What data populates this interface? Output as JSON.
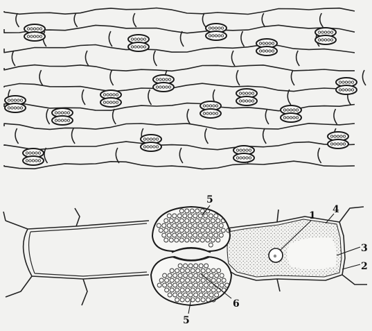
{
  "callouts": [
    {
      "id": "1",
      "text": "1"
    },
    {
      "id": "2",
      "text": "2"
    },
    {
      "id": "3",
      "text": "3"
    },
    {
      "id": "4",
      "text": "4"
    },
    {
      "id": "5a",
      "text": "5"
    },
    {
      "id": "5b",
      "text": "5"
    },
    {
      "id": "6",
      "text": "6"
    }
  ],
  "colors": {
    "ink": "#1a1a1a",
    "paper": "#f2f2f0",
    "stipple": "#3a3a3a"
  },
  "panels": [
    "epidermis-overview",
    "stoma-detail"
  ]
}
